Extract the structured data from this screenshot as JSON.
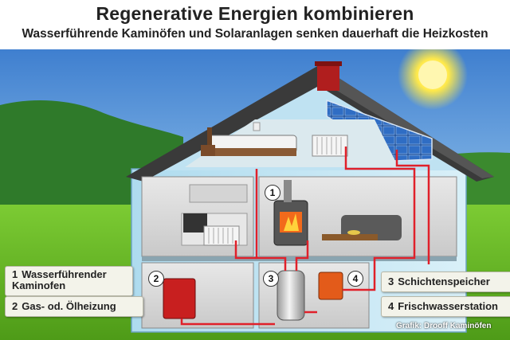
{
  "header": {
    "title": "Regenerative Energien kombinieren",
    "subtitle": "Wasserführende Kaminöfen und Solaranlagen senken dauerhaft die Heizkosten"
  },
  "labels": [
    {
      "num": "1",
      "text": "Wasserführender Kaminofen"
    },
    {
      "num": "2",
      "text": "Gas- od. Ölheizung"
    },
    {
      "num": "3",
      "text": "Schichtenspeicher"
    },
    {
      "num": "4",
      "text": "Frischwasserstation"
    }
  ],
  "badges": [
    "1",
    "2",
    "3",
    "4"
  ],
  "credit": "Grafik: Drooff Kaminöfen",
  "colors": {
    "sky": "#4f8fd6",
    "grass": "#6fbf2a",
    "wall": "#c9e6f2",
    "roof": "#3a3a3a",
    "pipe": "#e0202a",
    "chimney": "#b01e1e"
  }
}
